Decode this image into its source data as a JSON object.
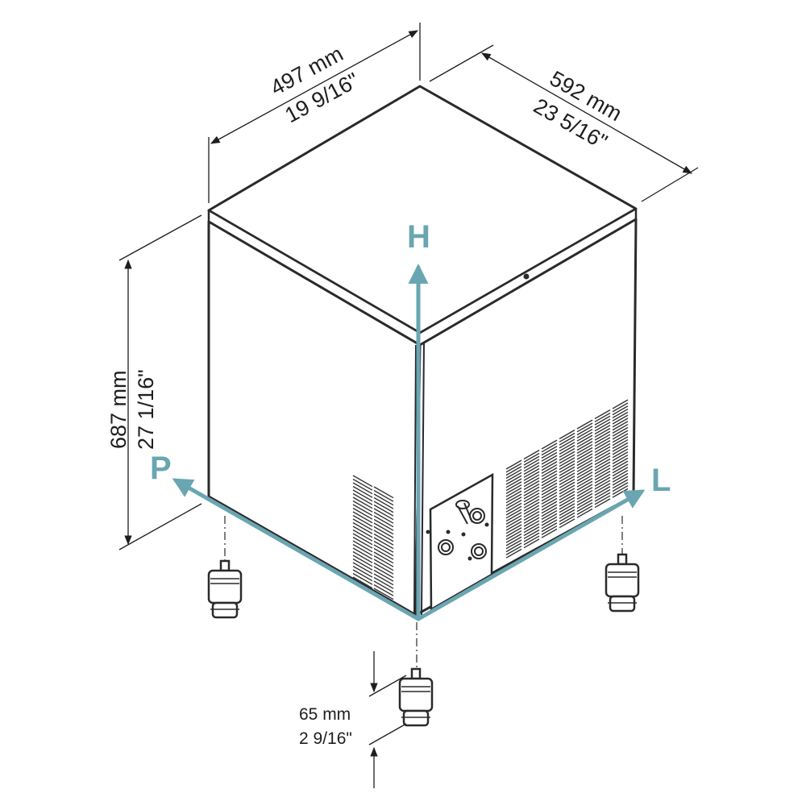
{
  "dimensions": {
    "width": {
      "metric": "497 mm",
      "imperial": "19 9/16\""
    },
    "depth": {
      "metric": "592 mm",
      "imperial": "23 5/16\""
    },
    "height": {
      "metric": "687 mm",
      "imperial": "27 1/16\""
    },
    "feet": {
      "metric": "65  mm",
      "imperial": "2 9/16\""
    }
  },
  "axes": {
    "h": "H",
    "p": "P",
    "l": "L"
  },
  "colors": {
    "axis": "#6aa6b2",
    "line": "#2a2a2a",
    "text": "#1e1e1e"
  },
  "icons": [
    "dimension-arrow-icon",
    "foot-icon",
    "vent-grille-icon",
    "connector-icon"
  ]
}
